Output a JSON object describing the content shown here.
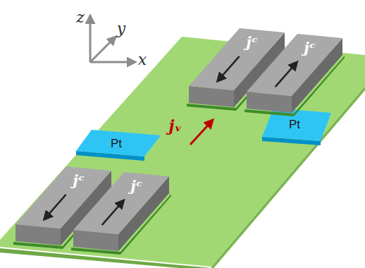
{
  "diagram": {
    "nodes": [
      {
        "text": [
          "jᶜ"
        ]
      },
      {
        "text": [
          "jᶜ"
        ]
      },
      {
        "text": [
          "Pt"
        ]
      },
      {
        "text": [
          "Pt"
        ]
      },
      {
        "text": [
          "jᶜ"
        ]
      },
      {
        "text": [
          "jᶜ"
        ]
      }
    ],
    "labels": [
      "z",
      "y",
      "x",
      "jᵥ"
    ]
  }
}
